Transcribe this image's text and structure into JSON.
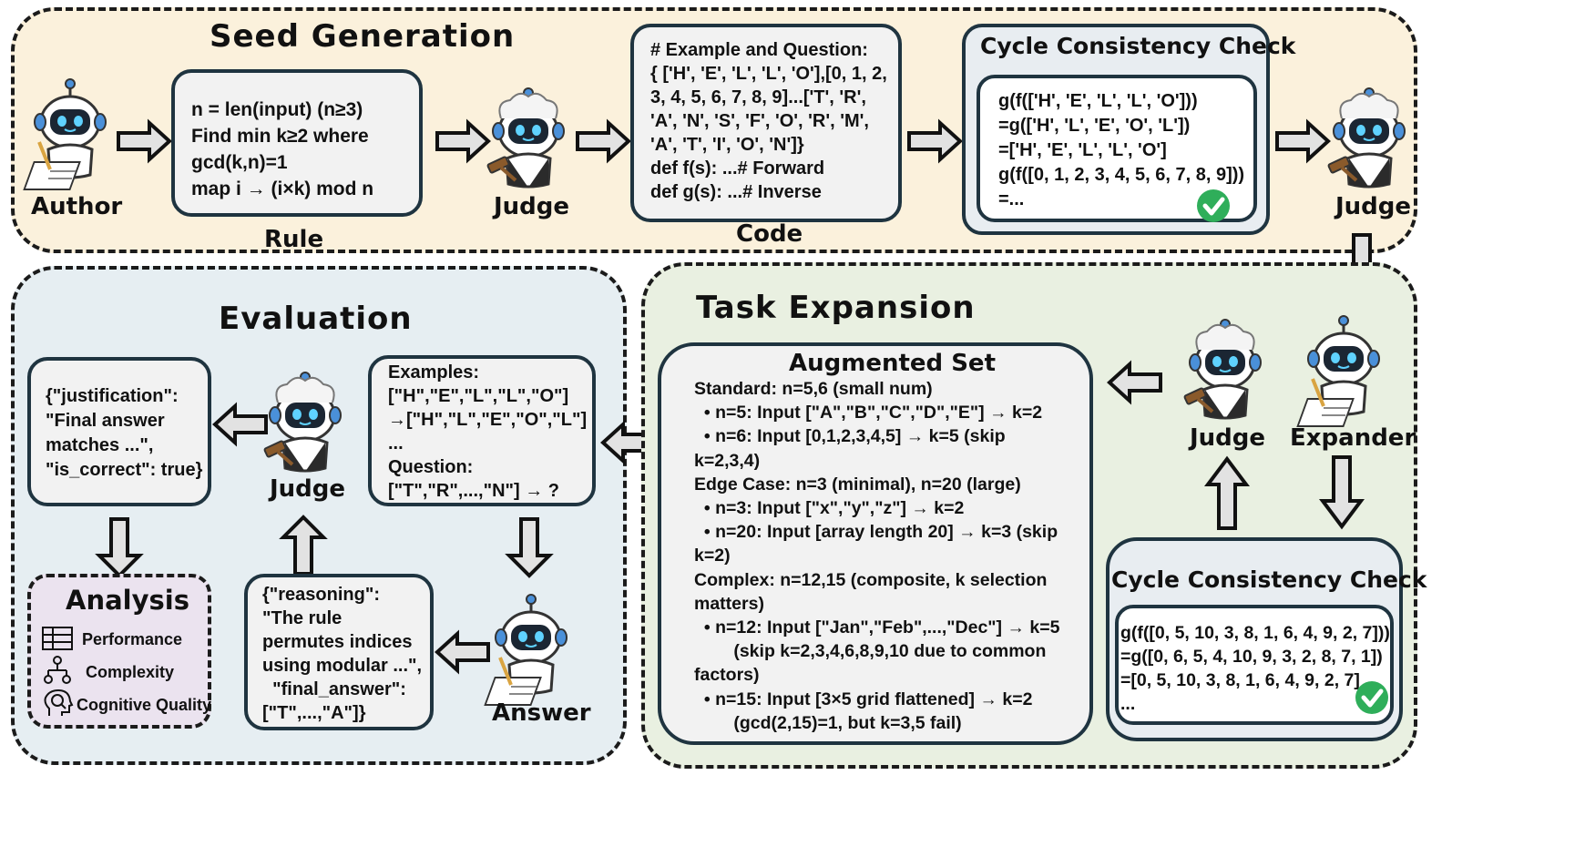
{
  "colors": {
    "seed_bg": "#fbf1dc",
    "expansion_bg": "#e9f0e1",
    "evaluation_bg": "#e6eef2",
    "analysis_bg": "#ebe3ef",
    "box_border": "#1f3440",
    "check_green": "#2fae5a"
  },
  "seed": {
    "title": "Seed Generation",
    "author_label": "Author",
    "judge_label_1": "Judge",
    "judge_label_2": "Judge",
    "rule_label": "Rule",
    "rule_text": "n = len(input) (n≥3)\nFind min k≥2 where\ngcd(k,n)=1\nmap i → (i×k) mod n",
    "code_label": "Code",
    "code_text": "# Example and Question:\n{ ['H', 'E', 'L', 'L', 'O'],[0, 1, 2,\n3, 4, 5, 6, 7, 8, 9]...['T', 'R',\n'A', 'N', 'S', 'F', 'O', 'R', 'M',\n'A', 'T', 'I', 'O', 'N']}\ndef f(s): ...# Forward\ndef g(s): ...# Inverse",
    "check_title": "Cycle Consistency Check",
    "check_text": "g(f(['H', 'E', 'L', 'L', 'O']))\n=g(['H', 'L', 'E', 'O', 'L'])\n=['H', 'E', 'L', 'L', 'O']\ng(f([0, 1, 2, 3, 4, 5, 6, 7, 8, 9]))\n=..."
  },
  "expansion": {
    "title": "Task Expansion",
    "augmented_title": "Augmented Set",
    "augmented_text": "Standard: n=5,6 (small num)\n  • n=5: Input [\"A\",\"B\",\"C\",\"D\",\"E\"] → k=2\n  • n=6: Input [0,1,2,3,4,5] → k=5 (skip\nk=2,3,4)\nEdge Case: n=3 (minimal), n=20 (large)\n  • n=3: Input [\"x\",\"y\",\"z\"] → k=2\n  • n=20: Input [array length 20] → k=3 (skip\nk=2)\nComplex: n=12,15 (composite, k selection\nmatters)\n  • n=12: Input [\"Jan\",\"Feb\",...,\"Dec\"] → k=5\n        (skip k=2,3,4,6,8,9,10 due to common\nfactors)\n  • n=15: Input [3×5 grid flattened] → k=2\n        (gcd(2,15)=1, but k=3,5 fail)",
    "judge_label": "Judge",
    "expander_label": "Expander",
    "check_title": "Cycle Consistency Check",
    "check_text": "g(f([0, 5, 10, 3, 8, 1, 6, 4, 9, 2, 7]))\n=g([0, 6, 5, 4, 10, 9, 3, 2, 8, 7, 1])\n=[0, 5, 10, 3, 8, 1, 6, 4, 9, 2, 7]\n..."
  },
  "evaluation": {
    "title": "Evaluation",
    "justification_text": "{\"justification\":\n\"Final answer\nmatches ...\",\n\"is_correct\": true}",
    "judge_label": "Judge",
    "examples_text": "Examples:\n[\"H\",\"E\",\"L\",\"L\",\"O\"]\n→[\"H\",\"L\",\"E\",\"O\",\"L\"]\n...\nQuestion:\n[\"T\",\"R\",...,\"N\"] → ?",
    "analysis_title": "Analysis",
    "analysis_items": [
      "Performance",
      "Complexity",
      "Cognitive Quality"
    ],
    "reasoning_text": "{\"reasoning\":\n\"The rule\npermutes indices\nusing modular ...\",\n  \"final_answer\":\n[\"T\",...,\"A\"]}",
    "answer_label": "Answer"
  }
}
